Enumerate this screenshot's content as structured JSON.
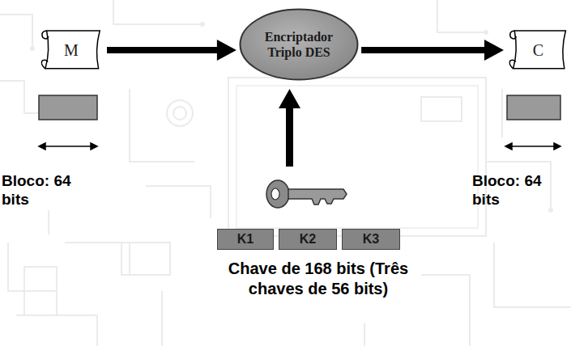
{
  "diagram": {
    "nodes": [
      {
        "text": [
          "M"
        ]
      },
      {
        "text": [
          "Encriptador Triplo DES"
        ]
      },
      {
        "text": [
          "C"
        ]
      },
      {
        "text": [
          "K1"
        ]
      },
      {
        "text": [
          "K2"
        ]
      },
      {
        "text": [
          "K3"
        ]
      }
    ],
    "edges": [
      {
        "from": 0,
        "to": 1,
        "arrow": "to"
      },
      {
        "from": 1,
        "to": 2,
        "arrow": "to"
      }
    ],
    "labels": [
      "Bloco: 64 bits",
      "Bloco: 64 bits",
      "Chave de 168 bits (Três chaves de 56 bits)"
    ]
  }
}
